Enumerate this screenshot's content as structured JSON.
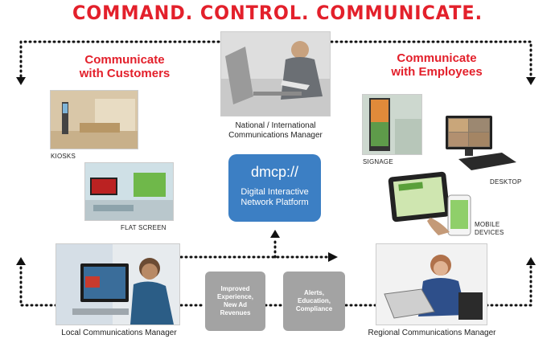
{
  "colors": {
    "accent_red": "#e3202b",
    "platform_blue": "#3c7fc4",
    "box_gray": "#a3a3a3",
    "dot_line": "#111111"
  },
  "headline": "COMMAND. CONTROL. COMMUNICATE.",
  "customers": {
    "line1": "Communicate",
    "line2": "with Customers"
  },
  "employees": {
    "line1": "Communicate",
    "line2": "with Employees"
  },
  "national": {
    "line1": "National / International",
    "line2": "Communications Manager"
  },
  "platform": {
    "title": "dmcp://",
    "line1": "Digital Interactive",
    "line2": "Network Platform"
  },
  "labels": {
    "kiosks": "KIOSKS",
    "flat_screen": "FLAT SCREEN",
    "signage": "SIGNAGE",
    "desktop": "DESKTOP",
    "mobile1": "MOBILE",
    "mobile2": "DEVICES"
  },
  "benefit_box": {
    "line1": "Improved",
    "line2": "Experience,",
    "line3": "New Ad",
    "line4": "Revenues"
  },
  "alerts_box": {
    "line1": "Alerts,",
    "line2": "Education,",
    "line3": "Compliance"
  },
  "local_manager": "Local Communications Manager",
  "regional_manager": "Regional Communications Manager"
}
